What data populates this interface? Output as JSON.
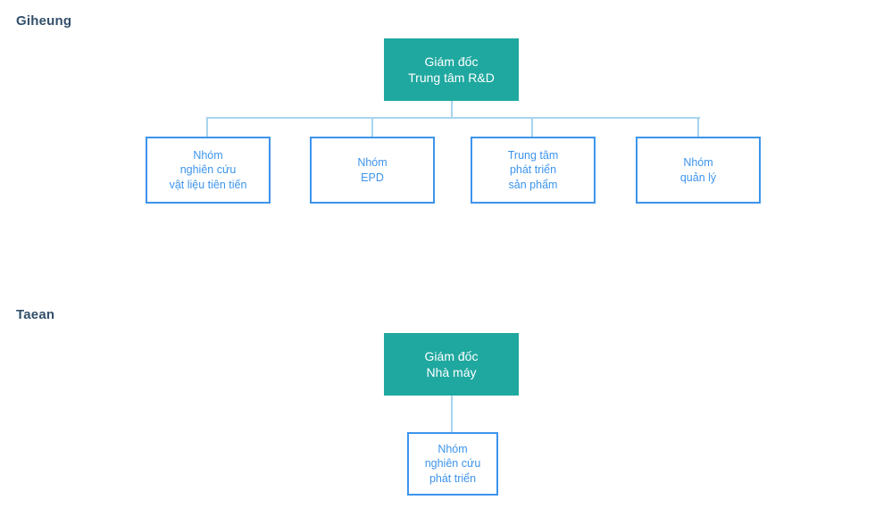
{
  "diagram": {
    "type": "org-chart",
    "background_color": "#FFFFFF",
    "colors": {
      "root_fill": "#1FA8A0",
      "root_text": "#FFFFFF",
      "leaf_border": "#3D94EC",
      "leaf_text": "#3D94EC",
      "leaf_fill": "#FFFFFF",
      "connector": "#A8D4EE",
      "section_label": "#33506B"
    },
    "sections": [
      {
        "id": "giheung",
        "label": "Giheung",
        "root": {
          "id": "rd-director",
          "line1": "Giám đốc",
          "line2": "Trung tâm R&D"
        },
        "children": [
          {
            "id": "advanced-materials-team",
            "line1": "Nhóm",
            "line2": "nghiên cứu",
            "line3": "vật liệu tiên tiến"
          },
          {
            "id": "epd-team",
            "line1": "Nhóm",
            "line2": "EPD",
            "line3": ""
          },
          {
            "id": "product-development-center",
            "line1": "Trung tâm",
            "line2": "phát triển",
            "line3": "sản phẩm"
          },
          {
            "id": "management-team",
            "line1": "Nhóm",
            "line2": "quản lý",
            "line3": ""
          }
        ]
      },
      {
        "id": "taean",
        "label": "Taean",
        "root": {
          "id": "plant-director",
          "line1": "Giám đốc",
          "line2": "Nhà máy"
        },
        "children": [
          {
            "id": "rnd-team",
            "line1": "Nhóm",
            "line2": "nghiên cứu",
            "line3": "phát triển"
          }
        ]
      }
    ]
  }
}
